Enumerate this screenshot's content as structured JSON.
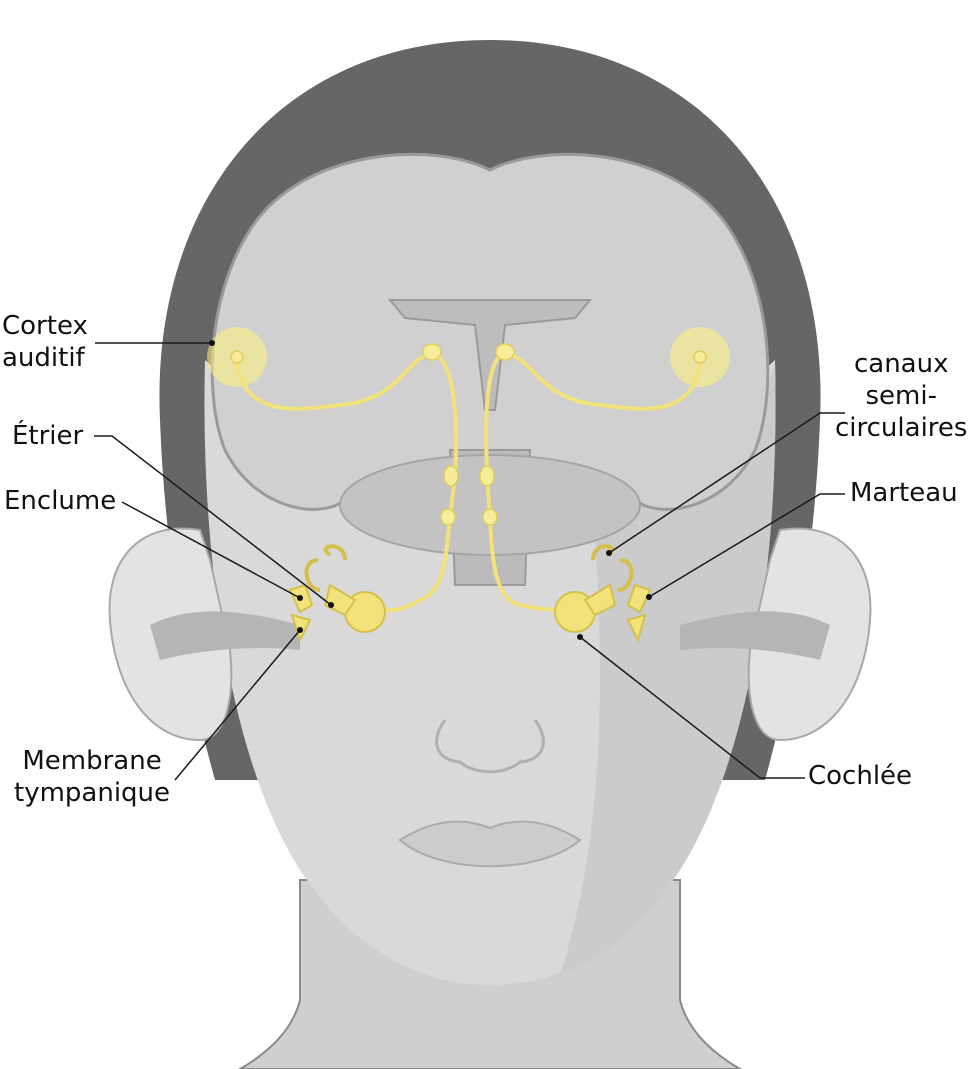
{
  "diagram": {
    "subject": "Auditory pathway - frontal head section",
    "colors": {
      "hair": "#666666",
      "skin": "#d9d9d9",
      "skin_shadow": "#c9c9c9",
      "brain": "#d2d2d2",
      "brain_outline": "#9a9a9a",
      "nerve": "#f2e27a",
      "nerve_node": "#f7ec9a",
      "cortex_glow": "#fff27a",
      "leader": "#1a1a1a"
    },
    "labels": {
      "cortex": {
        "line1": "Cortex",
        "line2": "auditif"
      },
      "etrier": "Étrier",
      "enclume": "Enclume",
      "membrane": {
        "line1": "Membrane",
        "line2": "tympanique"
      },
      "canaux": {
        "line1": "canaux",
        "line2": "semi-",
        "line3": "circulaires"
      },
      "marteau": "Marteau",
      "cochlee": "Cochlée"
    }
  }
}
